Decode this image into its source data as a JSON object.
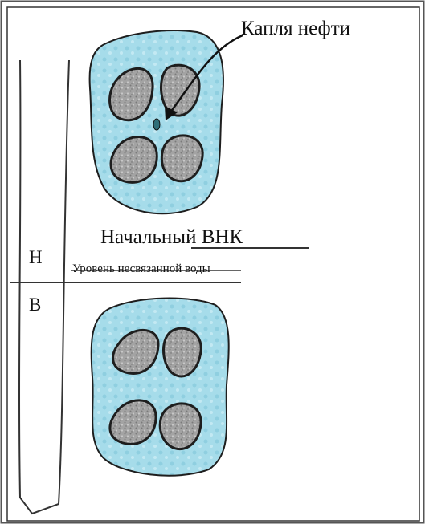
{
  "labels": {
    "oil_drop": "Капля нефти",
    "initial_owc": "Начальный ВНК",
    "free_water_level": "Уровень несвязанной воды",
    "zone_above": "Н",
    "zone_below": "В"
  },
  "colors": {
    "pore_water": "#a6dcea",
    "grain": "#9a9a9a",
    "oil_drop": "#2e6e78",
    "line": "#222222"
  }
}
